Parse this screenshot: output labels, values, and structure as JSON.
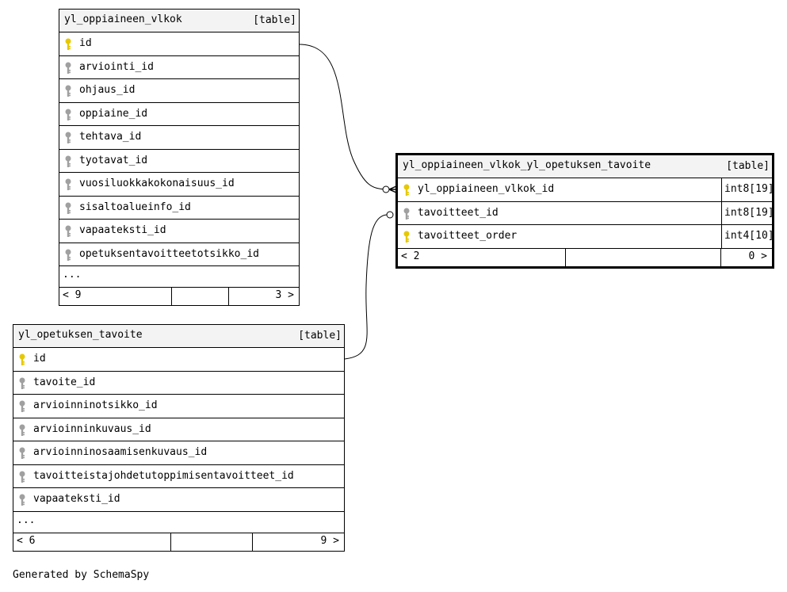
{
  "tables": [
    {
      "name": "yl_oppiaineen_vlkok",
      "tag": "[table]",
      "columns": [
        {
          "name": "id",
          "key": "primary"
        },
        {
          "name": "arviointi_id",
          "key": "foreign"
        },
        {
          "name": "ohjaus_id",
          "key": "foreign"
        },
        {
          "name": "oppiaine_id",
          "key": "foreign"
        },
        {
          "name": "tehtava_id",
          "key": "foreign"
        },
        {
          "name": "tyotavat_id",
          "key": "foreign"
        },
        {
          "name": "vuosiluokkakokonaisuus_id",
          "key": "foreign"
        },
        {
          "name": "sisaltoalueinfo_id",
          "key": "foreign"
        },
        {
          "name": "vapaateksti_id",
          "key": "foreign"
        },
        {
          "name": "opetuksentavoitteetotsikko_id",
          "key": "foreign"
        }
      ],
      "ellipsis": "...",
      "footer": {
        "left": "< 9",
        "right": "3 >"
      }
    },
    {
      "name": "yl_opetuksen_tavoite",
      "tag": "[table]",
      "columns": [
        {
          "name": "id",
          "key": "primary"
        },
        {
          "name": "tavoite_id",
          "key": "foreign"
        },
        {
          "name": "arvioinninotsikko_id",
          "key": "foreign"
        },
        {
          "name": "arvioinninkuvaus_id",
          "key": "foreign"
        },
        {
          "name": "arvioinninosaamisenkuvaus_id",
          "key": "foreign"
        },
        {
          "name": "tavoitteistajohdetutoppimisentavoitteet_id",
          "key": "foreign"
        },
        {
          "name": "vapaateksti_id",
          "key": "foreign"
        }
      ],
      "ellipsis": "...",
      "footer": {
        "left": "< 6",
        "right": "9 >"
      }
    },
    {
      "name": "yl_oppiaineen_vlkok_yl_opetuksen_tavoite",
      "tag": "[table]",
      "columns": [
        {
          "name": "yl_oppiaineen_vlkok_id",
          "key": "primary",
          "type": "int8[19]"
        },
        {
          "name": "tavoitteet_id",
          "key": "foreign",
          "type": "int8[19]"
        },
        {
          "name": "tavoitteet_order",
          "key": "primary",
          "type": "int4[10]"
        }
      ],
      "footer": {
        "left": "< 2",
        "right": "0 >"
      }
    }
  ],
  "footer_text": "Generated by SchemaSpy",
  "colors": {
    "primary_key": "#e6c800",
    "foreign_key": "#a0a0a0",
    "header_bg": "#f3f3f3"
  }
}
